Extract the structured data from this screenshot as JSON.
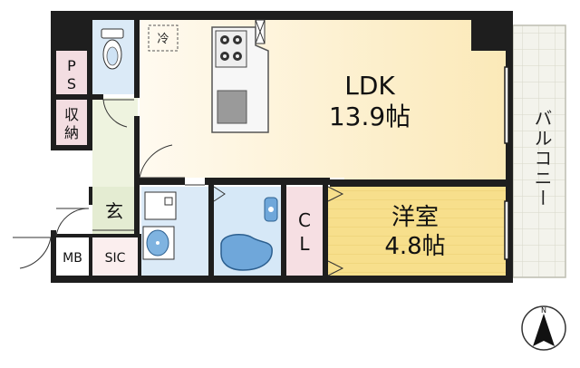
{
  "rooms": {
    "ldk": {
      "name": "LDK",
      "size": "13.9帖"
    },
    "western": {
      "name": "洋室",
      "size": "4.8帖"
    },
    "balcony": {
      "name": "バルコニー"
    },
    "ps": {
      "line1": "P",
      "line2": "S"
    },
    "storage": {
      "line1": "収",
      "line2": "納"
    },
    "entrance": {
      "name": "玄"
    },
    "mb": {
      "name": "MB"
    },
    "sic": {
      "name": "SIC"
    },
    "cl": {
      "line1": "C",
      "line2": "L"
    },
    "fridge": {
      "label": "冷"
    }
  },
  "compass": {
    "label": "N"
  },
  "colors": {
    "wall": "#1e1e1e",
    "ldk_floor": "#fbeec4",
    "western_floor": "#f7e08f",
    "wet_area": "#cfe3f5",
    "closet": "#f5dde0",
    "entrance_floor": "#e8efd4",
    "balcony": "#f2f2ea",
    "kitchen": "#c8c8c8"
  }
}
